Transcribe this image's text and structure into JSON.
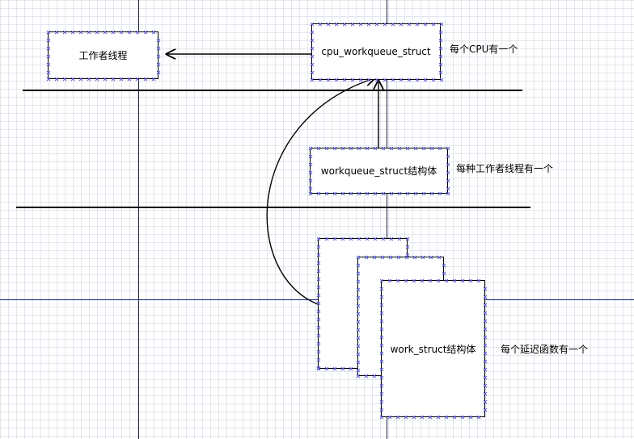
{
  "nodes": {
    "worker_thread": "工作者线程",
    "cpu_wq": "cpu_workqueue_struct",
    "wq": "workqueue_struct结构体",
    "work_struct": "work_struct结构体"
  },
  "notes": {
    "per_cpu": "每个CPU有一个",
    "per_thread_type": "每种工作者线程有一个",
    "per_deferred_func": "每个延迟函数有一个"
  },
  "colors": {
    "line": "#000000",
    "guide": "#1a237e",
    "grid": "#e2e6ee",
    "handle": "#5b5bd6"
  }
}
